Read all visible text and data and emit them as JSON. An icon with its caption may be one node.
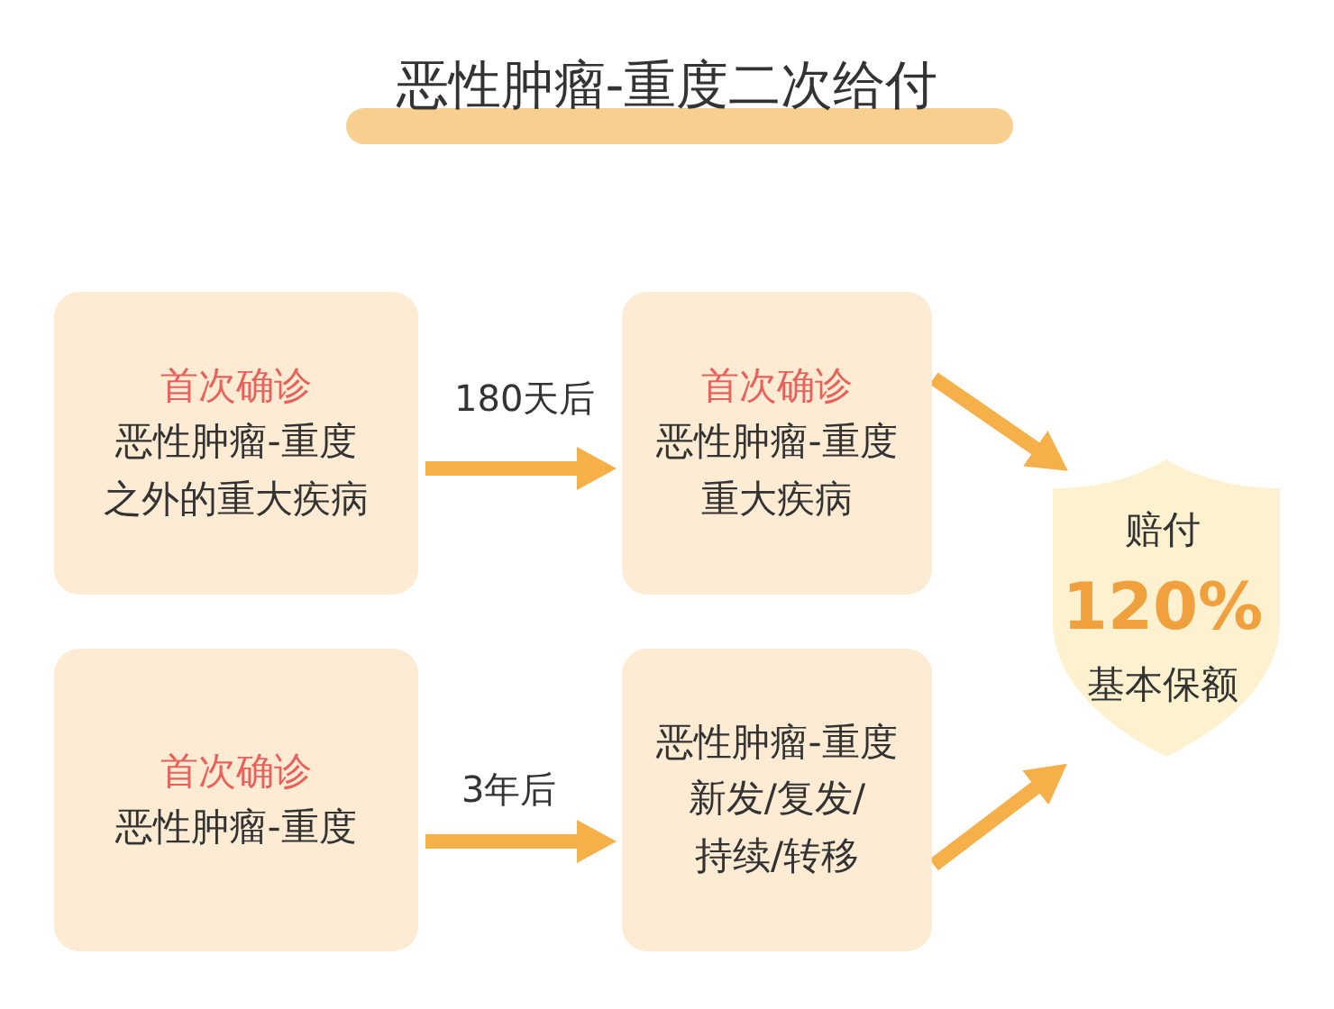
{
  "diagram": {
    "title": "恶性肿瘤-重度二次给付",
    "nodes": [
      {
        "text": [
          "首次确诊",
          "恶性肿瘤-重度之外的重大疾病"
        ]
      },
      {
        "text": [
          "首次确诊",
          "恶性肿瘤-重度重大疾病"
        ]
      },
      {
        "text": [
          "首次确诊",
          "恶性肿瘤-重度"
        ]
      },
      {
        "text": [
          "恶性肿瘤-重度",
          "新发/复发/持续/转移"
        ]
      },
      {
        "text": [
          "赔付**120%**",
          "基本保额"
        ]
      }
    ],
    "edges": [
      {
        "from": 0,
        "to": 1,
        "arrow": "to",
        "label": "180天后"
      },
      {
        "from": 2,
        "to": 3,
        "arrow": "to",
        "label": "3年后"
      },
      {
        "from": 1,
        "to": 4,
        "arrow": "to"
      },
      {
        "from": 3,
        "to": 4,
        "arrow": "to"
      }
    ]
  }
}
